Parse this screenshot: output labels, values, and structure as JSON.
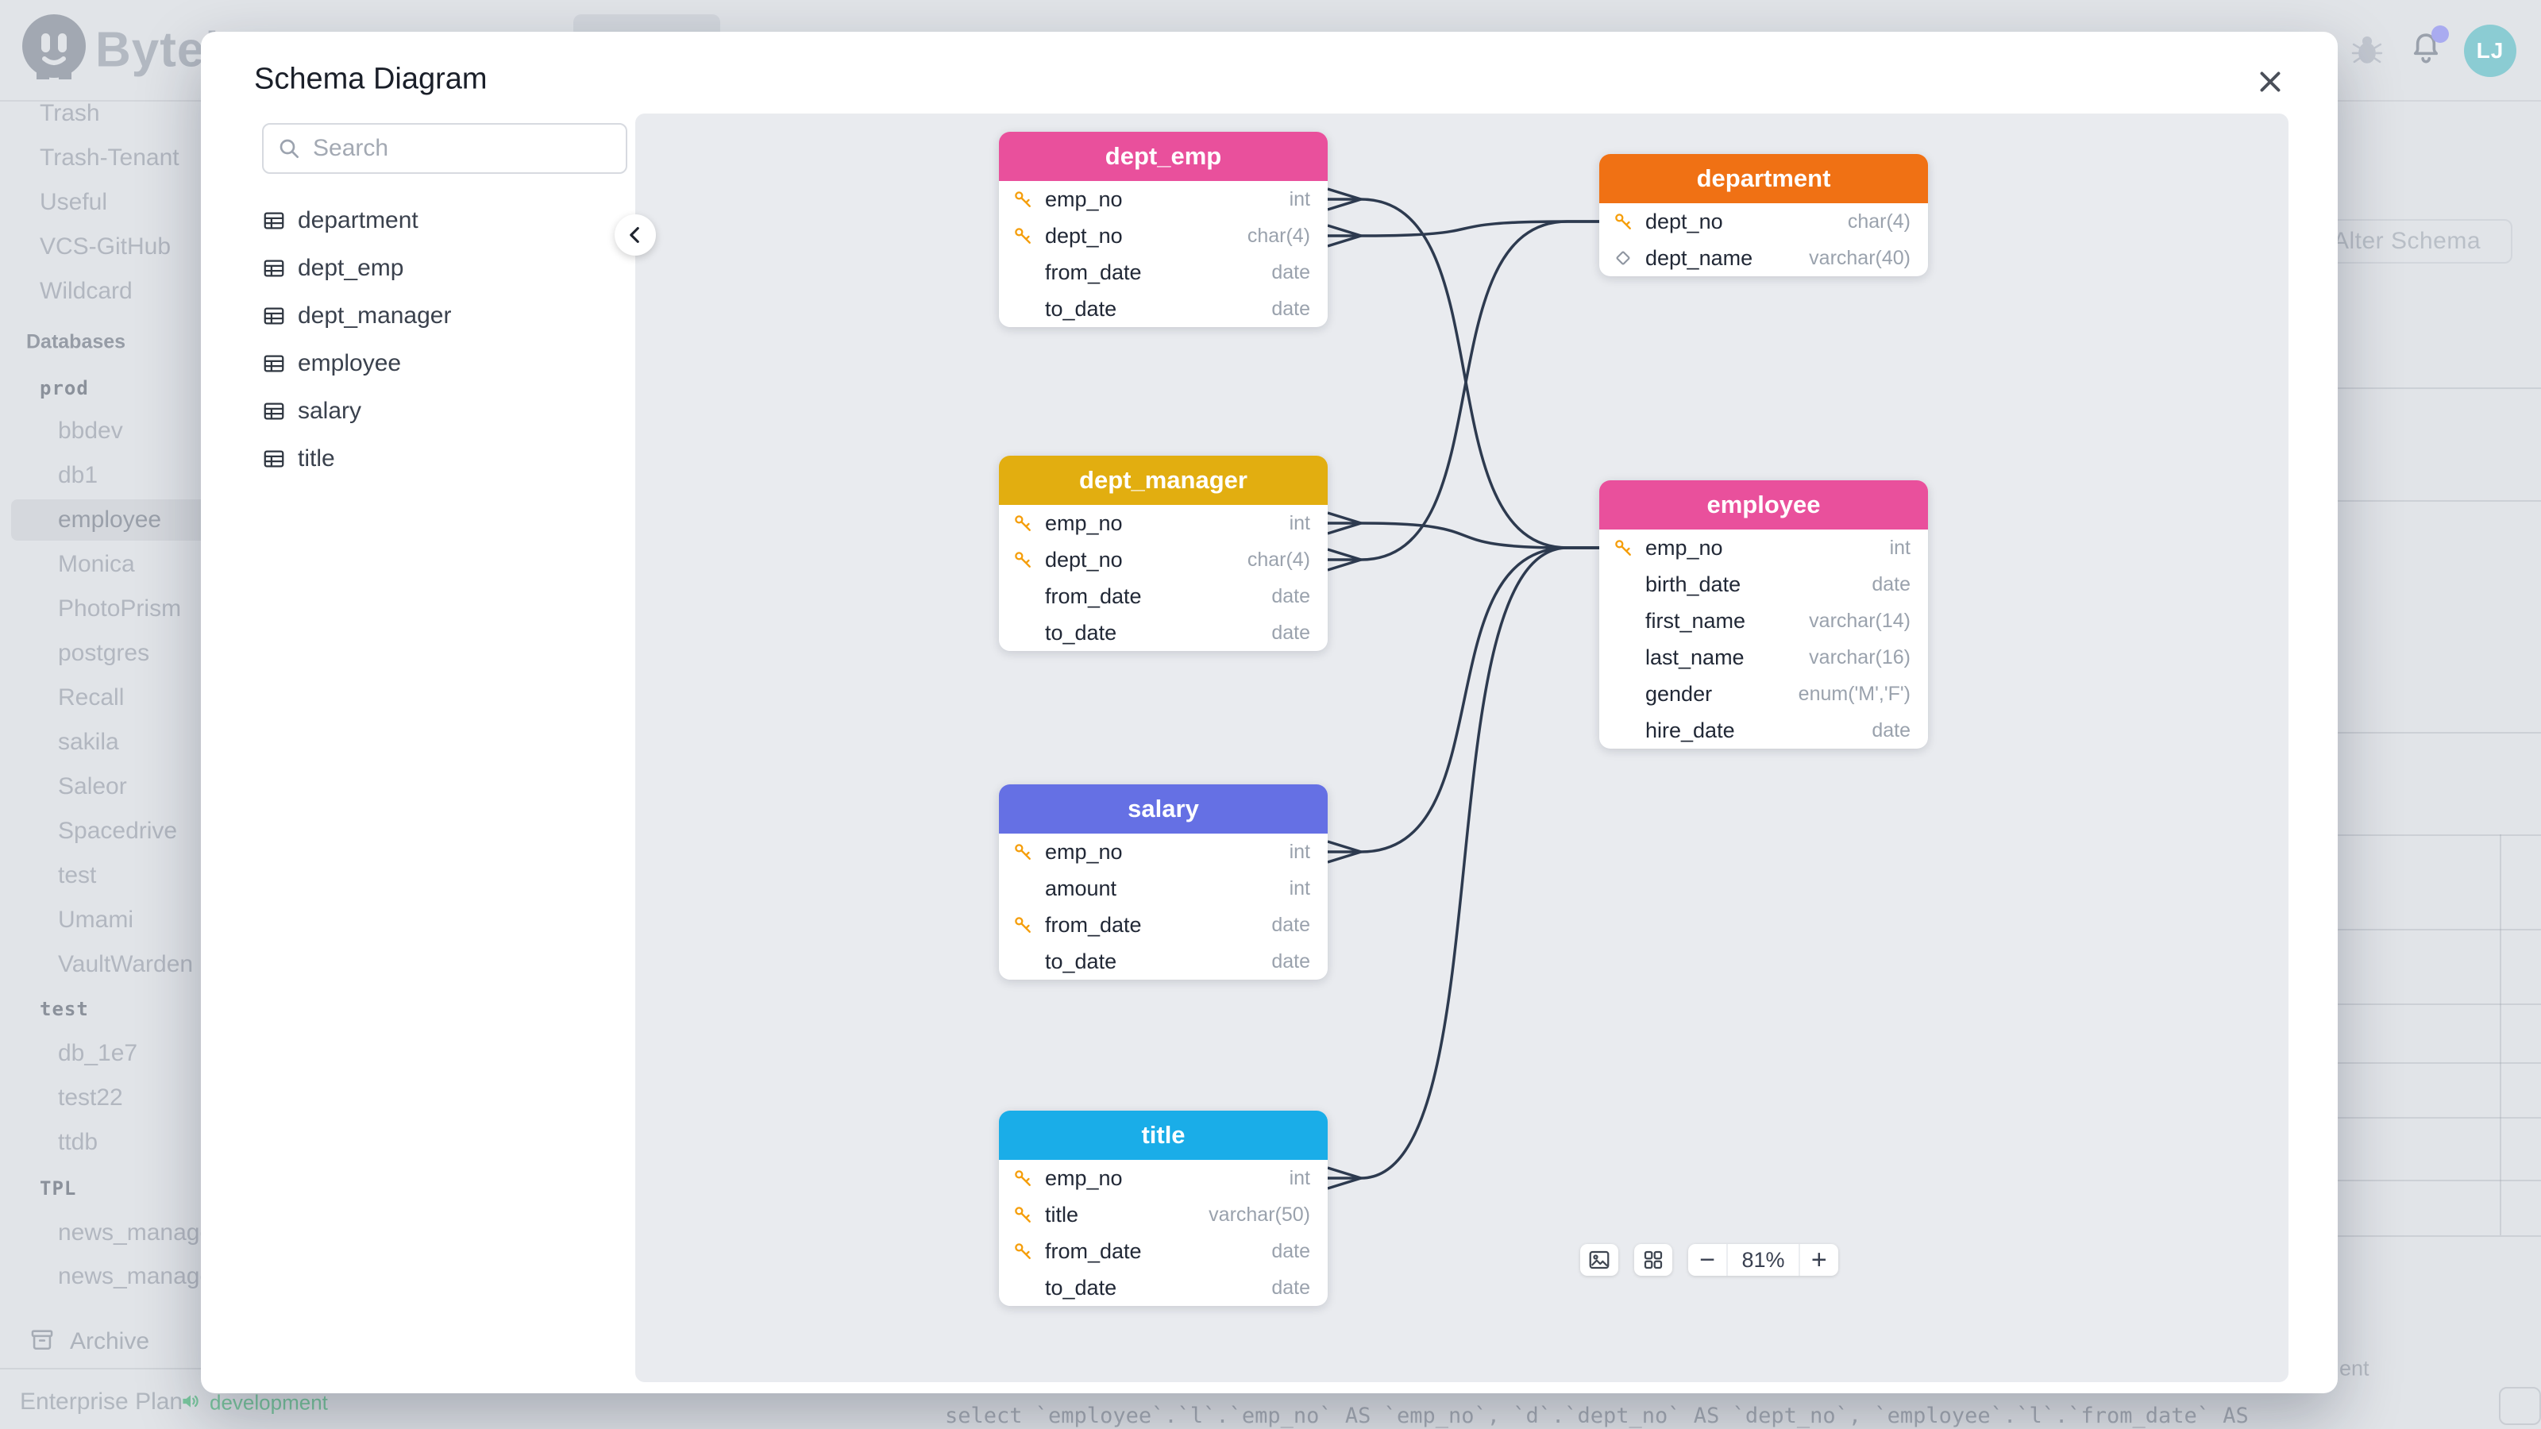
{
  "topbar": {
    "brand": "Bytebase",
    "avatar_initials": "LJ"
  },
  "sidebar": {
    "items": [
      {
        "label": "Trash",
        "kind": "nav"
      },
      {
        "label": "Trash-Tenant",
        "kind": "nav"
      },
      {
        "label": "Useful",
        "kind": "nav"
      },
      {
        "label": "VCS-GitHub",
        "kind": "nav"
      },
      {
        "label": "Wildcard",
        "kind": "nav"
      },
      {
        "label": "Databases",
        "kind": "section"
      },
      {
        "label": "prod",
        "kind": "group"
      },
      {
        "label": "bbdev",
        "kind": "db"
      },
      {
        "label": "db1",
        "kind": "db"
      },
      {
        "label": "employee",
        "kind": "db",
        "selected": true
      },
      {
        "label": "Monica",
        "kind": "db"
      },
      {
        "label": "PhotoPrism",
        "kind": "db"
      },
      {
        "label": "postgres",
        "kind": "db"
      },
      {
        "label": "Recall",
        "kind": "db"
      },
      {
        "label": "sakila",
        "kind": "db"
      },
      {
        "label": "Saleor",
        "kind": "db"
      },
      {
        "label": "Spacedrive",
        "kind": "db"
      },
      {
        "label": "test",
        "kind": "db"
      },
      {
        "label": "Umami",
        "kind": "db"
      },
      {
        "label": "VaultWarden",
        "kind": "db"
      },
      {
        "label": "test",
        "kind": "group"
      },
      {
        "label": "db_1e7",
        "kind": "db"
      },
      {
        "label": "test22",
        "kind": "db"
      },
      {
        "label": "ttdb",
        "kind": "db"
      },
      {
        "label": "TPL",
        "kind": "group"
      },
      {
        "label": "news_manage",
        "kind": "db"
      },
      {
        "label": "news_manage",
        "kind": "db"
      }
    ],
    "archive_label": "Archive",
    "plan_label": "Enterprise Plan",
    "env_label": "development"
  },
  "background": {
    "alter_schema_label": "Alter Schema",
    "partial_text": "ent",
    "sql_snippet": "select `employee`.`l`.`emp_no` AS `emp_no`, `d`.`dept_no` AS `dept_no`, `employee`.`l`.`from_date` AS"
  },
  "modal": {
    "title": "Schema Diagram",
    "search_placeholder": "Search",
    "table_list": [
      "department",
      "dept_emp",
      "dept_manager",
      "employee",
      "salary",
      "title"
    ],
    "controls": {
      "zoom_out": "−",
      "zoom_level": "81%",
      "zoom_in": "+"
    },
    "diagram": {
      "edge_color": "#2d3a4f",
      "entities": [
        {
          "name": "dept_emp",
          "color": "#e9509c",
          "columns": [
            {
              "name": "emp_no",
              "type": "int",
              "icon": "key"
            },
            {
              "name": "dept_no",
              "type": "char(4)",
              "icon": "key"
            },
            {
              "name": "from_date",
              "type": "date",
              "icon": ""
            },
            {
              "name": "to_date",
              "type": "date",
              "icon": ""
            }
          ]
        },
        {
          "name": "department",
          "color": "#f07114",
          "columns": [
            {
              "name": "dept_no",
              "type": "char(4)",
              "icon": "key"
            },
            {
              "name": "dept_name",
              "type": "varchar(40)",
              "icon": "diamond"
            }
          ]
        },
        {
          "name": "dept_manager",
          "color": "#e2ae10",
          "columns": [
            {
              "name": "emp_no",
              "type": "int",
              "icon": "key"
            },
            {
              "name": "dept_no",
              "type": "char(4)",
              "icon": "key"
            },
            {
              "name": "from_date",
              "type": "date",
              "icon": ""
            },
            {
              "name": "to_date",
              "type": "date",
              "icon": ""
            }
          ]
        },
        {
          "name": "employee",
          "color": "#e9509c",
          "columns": [
            {
              "name": "emp_no",
              "type": "int",
              "icon": "key"
            },
            {
              "name": "birth_date",
              "type": "date",
              "icon": ""
            },
            {
              "name": "first_name",
              "type": "varchar(14)",
              "icon": ""
            },
            {
              "name": "last_name",
              "type": "varchar(16)",
              "icon": ""
            },
            {
              "name": "gender",
              "type": "enum('M','F')",
              "icon": ""
            },
            {
              "name": "hire_date",
              "type": "date",
              "icon": ""
            }
          ]
        },
        {
          "name": "salary",
          "color": "#6570e4",
          "columns": [
            {
              "name": "emp_no",
              "type": "int",
              "icon": "key"
            },
            {
              "name": "amount",
              "type": "int",
              "icon": ""
            },
            {
              "name": "from_date",
              "type": "date",
              "icon": "key"
            },
            {
              "name": "to_date",
              "type": "date",
              "icon": ""
            }
          ]
        },
        {
          "name": "title",
          "color": "#1aade8",
          "columns": [
            {
              "name": "emp_no",
              "type": "int",
              "icon": "key"
            },
            {
              "name": "title",
              "type": "varchar(50)",
              "icon": "key"
            },
            {
              "name": "from_date",
              "type": "date",
              "icon": "key"
            },
            {
              "name": "to_date",
              "type": "date",
              "icon": ""
            }
          ]
        }
      ],
      "edges": [
        {
          "from": "dept_emp.emp_no",
          "to": "employee.emp_no"
        },
        {
          "from": "dept_emp.dept_no",
          "to": "department.dept_no"
        },
        {
          "from": "dept_manager.emp_no",
          "to": "employee.emp_no"
        },
        {
          "from": "dept_manager.dept_no",
          "to": "department.dept_no"
        },
        {
          "from": "salary.emp_no",
          "to": "employee.emp_no"
        },
        {
          "from": "title.emp_no",
          "to": "employee.emp_no"
        }
      ]
    }
  }
}
